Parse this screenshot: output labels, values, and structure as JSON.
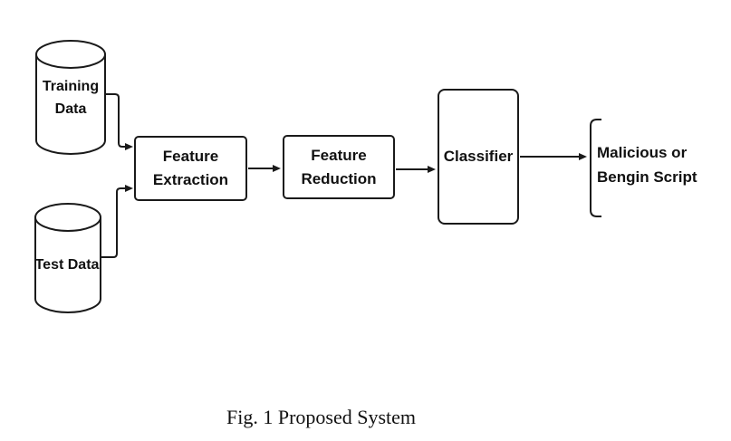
{
  "diagram": {
    "nodes": {
      "training_data": {
        "line1": "Training",
        "line2": "Data"
      },
      "test_data": {
        "label": "Test Data"
      },
      "feature_extraction": {
        "line1": "Feature",
        "line2": "Extraction"
      },
      "feature_reduction": {
        "line1": "Feature",
        "line2": "Reduction"
      },
      "classifier": {
        "label": "Classifier"
      },
      "output": {
        "line1": "Malicious or",
        "line2": "Bengin Script"
      }
    },
    "caption": "Fig. 1 Proposed System",
    "colors": {
      "stroke": "#1a1a1a",
      "background": "#ffffff"
    }
  }
}
